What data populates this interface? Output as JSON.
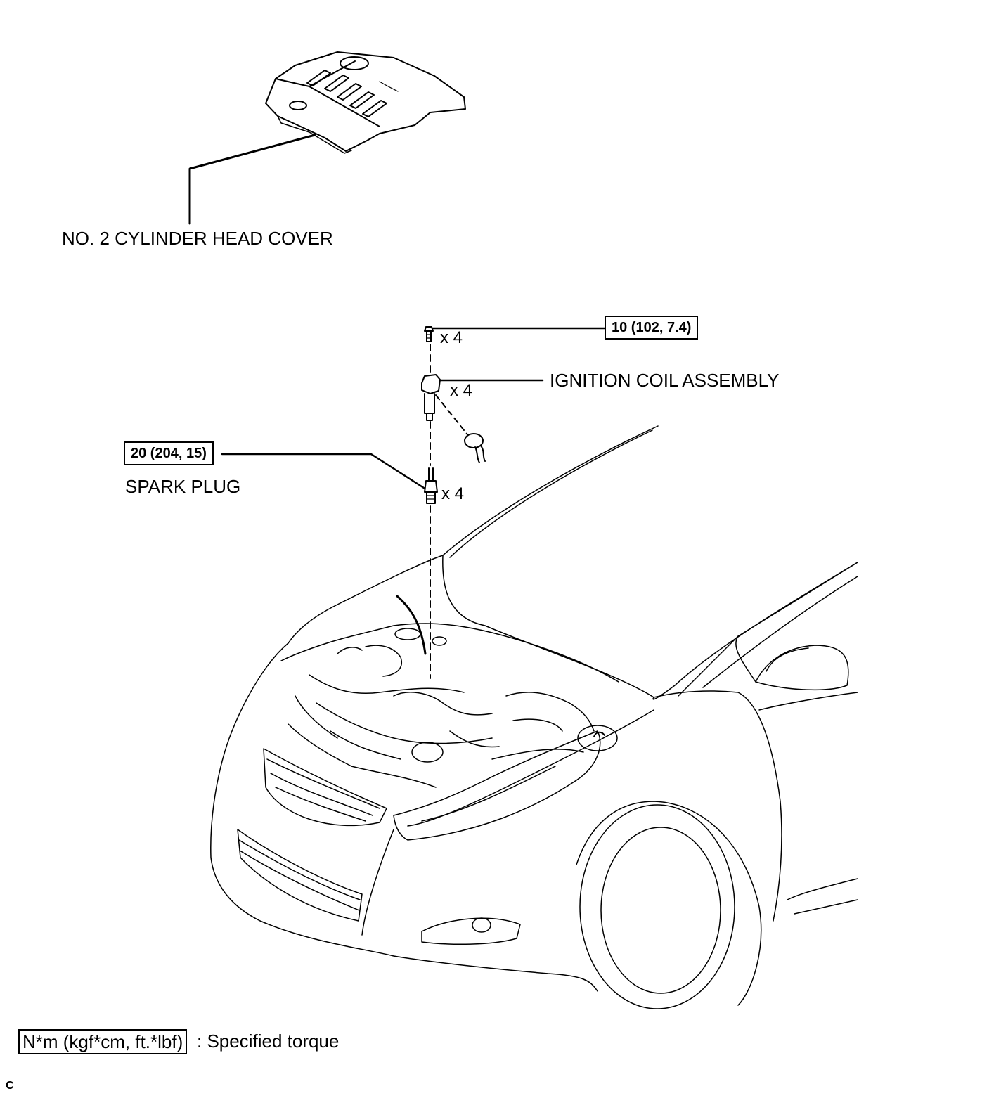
{
  "labels": {
    "head_cover": "NO. 2 CYLINDER HEAD COVER",
    "ignition_coil": "IGNITION COIL ASSEMBLY",
    "spark_plug": "SPARK PLUG"
  },
  "quantities": {
    "bolt": "x 4",
    "coil": "x 4",
    "plug": "x 4"
  },
  "torques": {
    "bolt": "10 (102, 7.4)",
    "spark_plug": "20 (204, 15)"
  },
  "legend": {
    "unit": "N*m (kgf*cm, ft.*lbf)",
    "text": ": Specified torque"
  },
  "footer_code": "C",
  "colors": {
    "line": "#000000",
    "background": "#ffffff"
  }
}
